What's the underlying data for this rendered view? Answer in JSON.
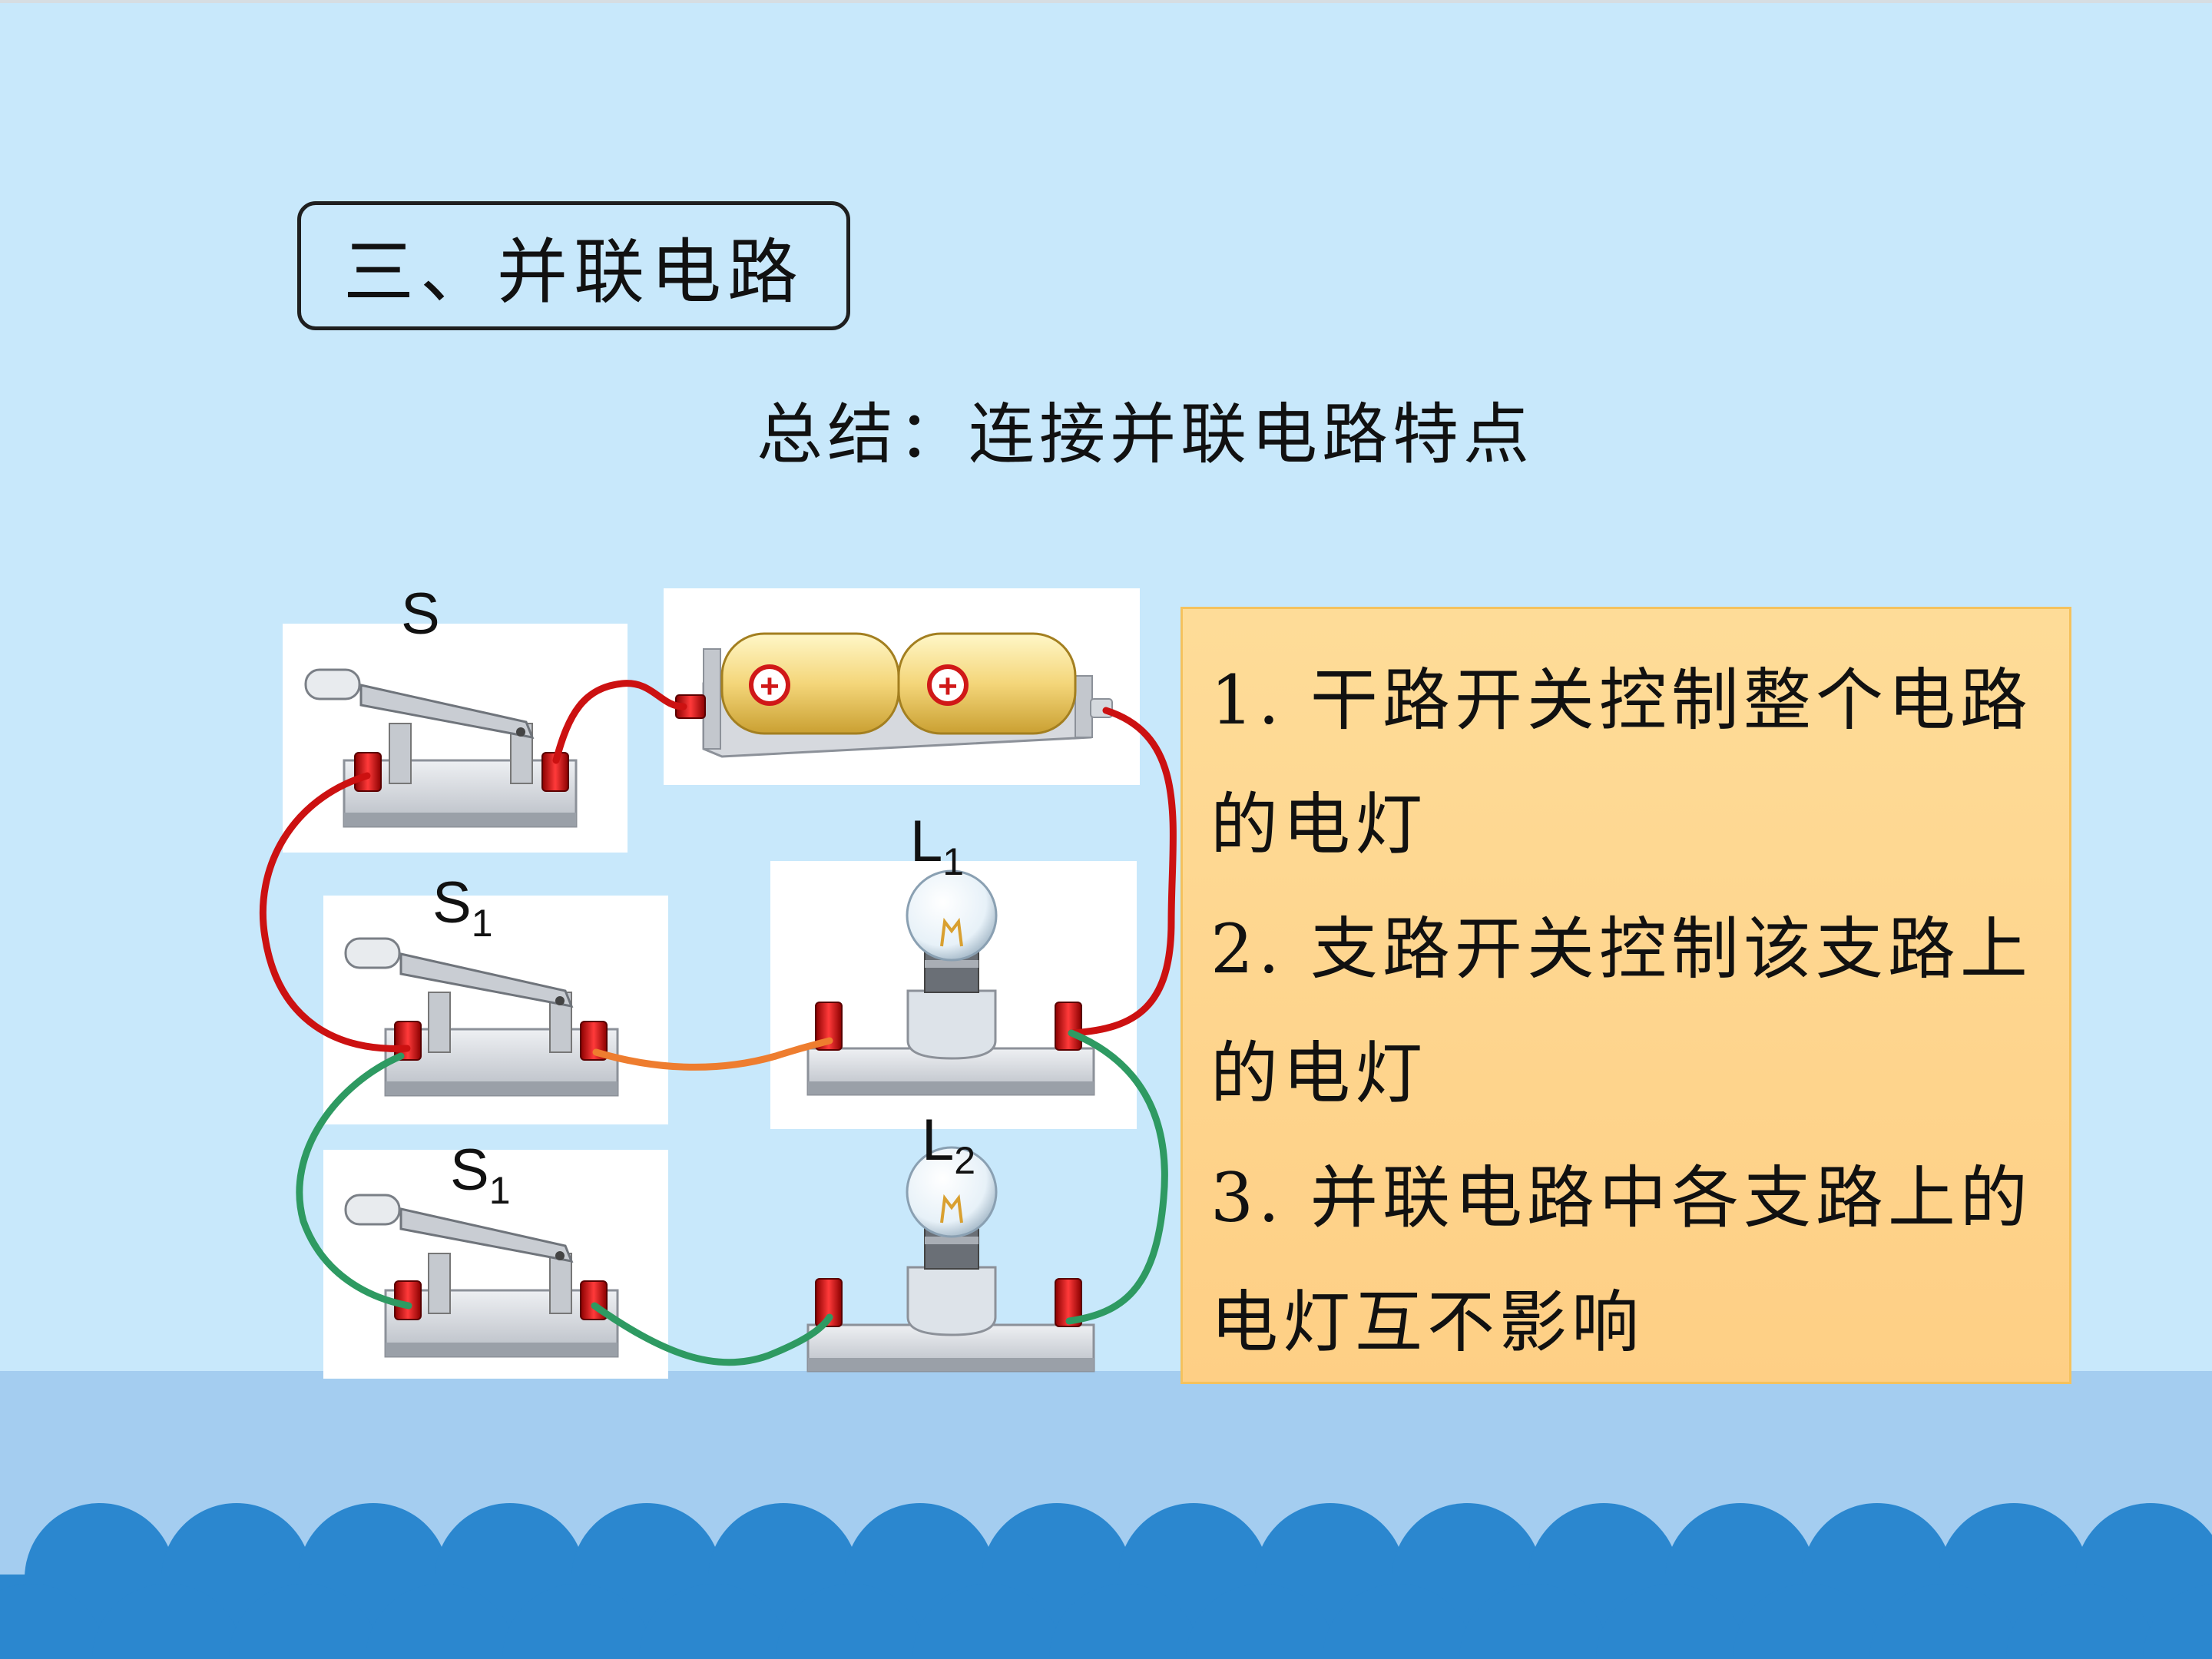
{
  "slide": {
    "section_title": "三、并联电路",
    "summary_title": "总结：连接并联电路特点"
  },
  "diagram": {
    "labels": {
      "main_switch": "S",
      "switch_1": "S",
      "switch_1_sub": "1",
      "switch_2": "S",
      "switch_2_sub": "1",
      "lamp_1": "L",
      "lamp_1_sub": "1",
      "lamp_2": "L",
      "lamp_2_sub": "2"
    },
    "battery_symbols": [
      "+",
      "+"
    ],
    "wire_colors": {
      "main": "#cc1111",
      "branch_1": "#ee7d2f",
      "branch_2": "#2e9a62"
    }
  },
  "points": [
    "1. 干路开关控制整个电路的电灯",
    "2. 支路开关控制该支路上的电灯",
    "3. 并联电路中各支路上的电灯互不影响"
  ],
  "colors": {
    "background": "#c8e8fb",
    "wave": "#2b87cf",
    "info_box": "#fed690"
  }
}
